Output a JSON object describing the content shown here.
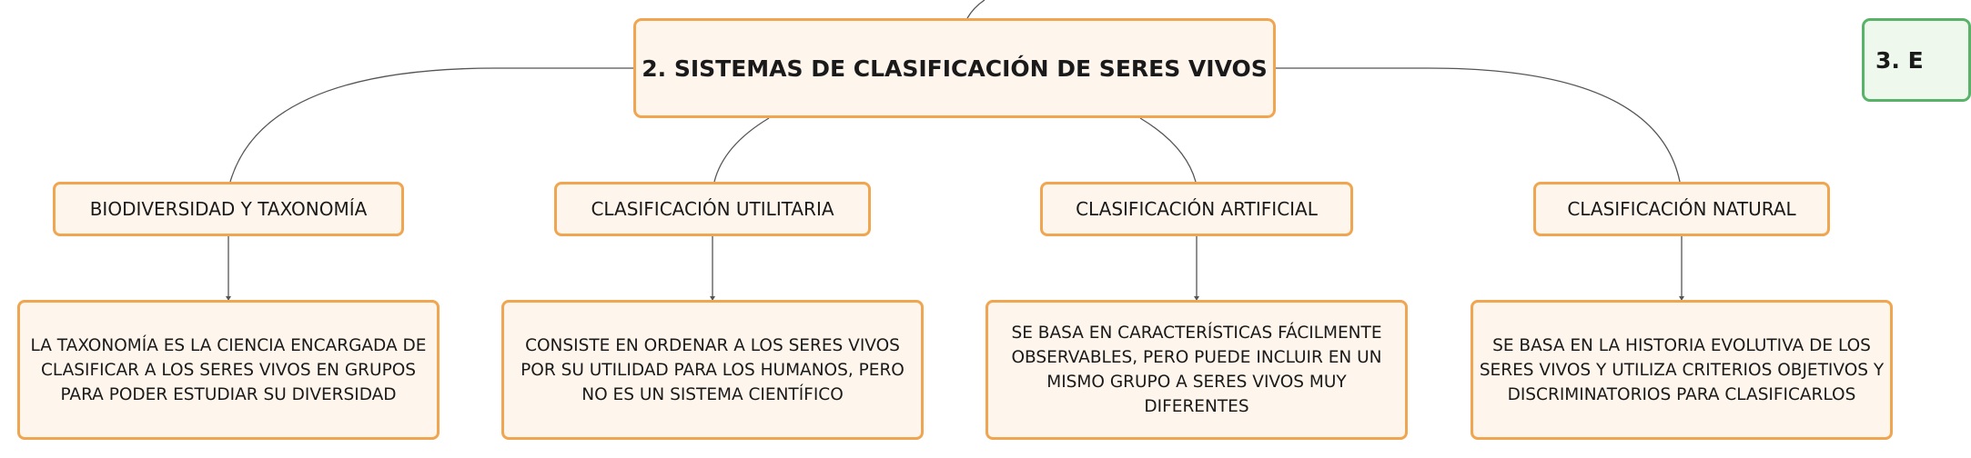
{
  "diagram": {
    "main_topic": "2. SISTEMAS DE CLASIFICACIÓN DE SERES VIVOS",
    "next_topic": "3. E",
    "branches": [
      {
        "title": "BIODIVERSIDAD Y TAXONOMÍA",
        "description": "LA TAXONOMÍA ES LA CIENCIA ENCARGADA DE CLASIFICAR A LOS SERES VIVOS EN GRUPOS PARA PODER ESTUDIAR SU DIVERSIDAD"
      },
      {
        "title": "CLASIFICACIÓN UTILITARIA",
        "description": "CONSISTE EN ORDENAR A LOS SERES VIVOS POR SU UTILIDAD PARA LOS HUMANOS, PERO NO ES UN SISTEMA CIENTÍFICO"
      },
      {
        "title": "CLASIFICACIÓN ARTIFICIAL",
        "description": "SE BASA EN CARACTERÍSTICAS FÁCILMENTE OBSERVABLES, PERO PUEDE INCLUIR EN UN MISMO GRUPO A SERES VIVOS MUY DIFERENTES"
      },
      {
        "title": "CLASIFICACIÓN NATURAL",
        "description": "SE BASA EN LA HISTORIA EVOLUTIVA DE LOS SERES VIVOS Y UTILIZA CRITERIOS OBJETIVOS Y DISCRIMINATORIOS PARA CLASIFICARLOS"
      }
    ],
    "colors": {
      "node_fill": "#fef5ec",
      "node_border": "#f0a550",
      "next_node_fill": "#eef8ec",
      "next_node_border": "#58b368",
      "connector": "#555555"
    }
  }
}
